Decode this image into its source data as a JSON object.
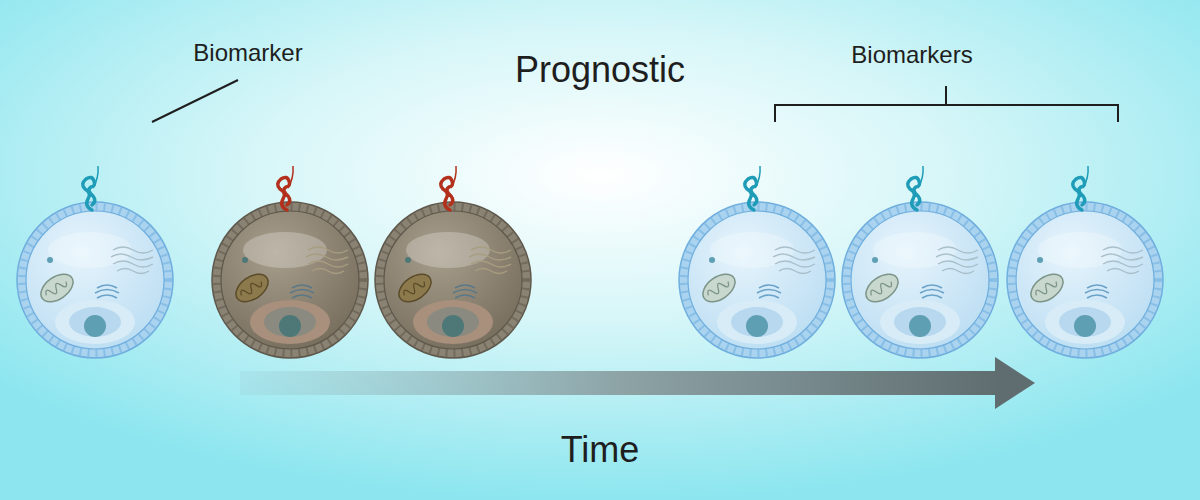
{
  "diagram": {
    "title": "Prognostic",
    "labels": [
      "Biomarker",
      "Biomarkers",
      "Time"
    ]
  }
}
